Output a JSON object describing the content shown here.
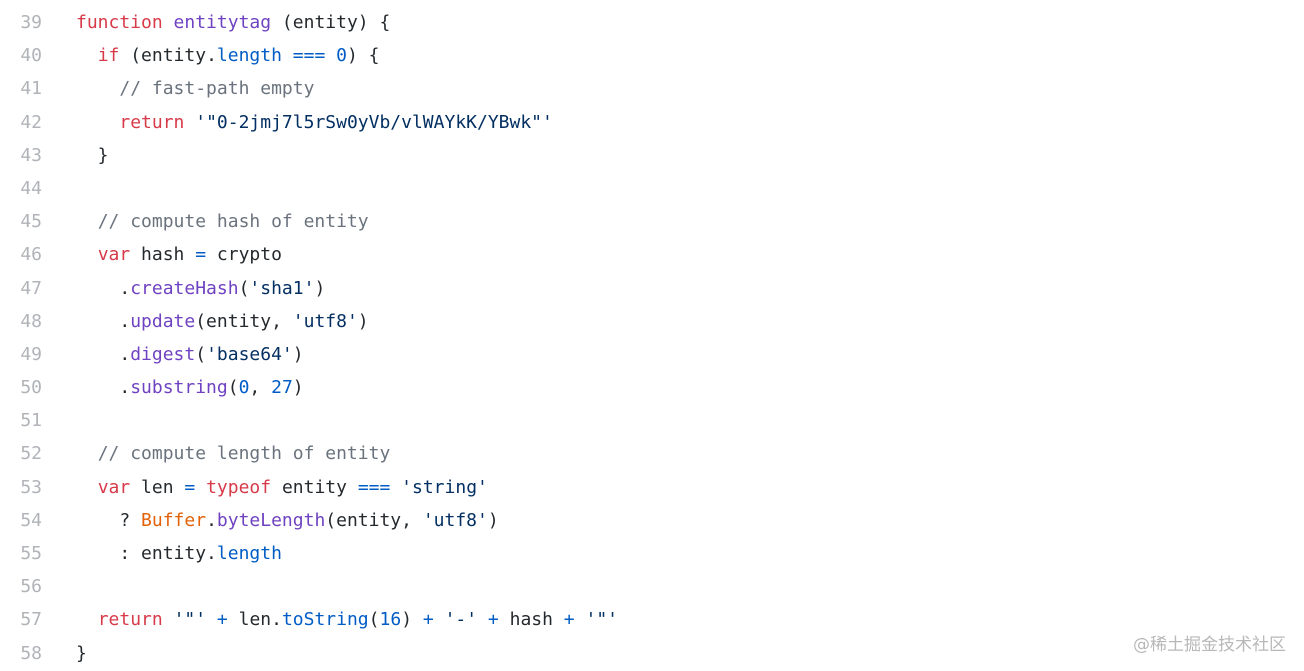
{
  "colors": {
    "keyword": "#d73a49",
    "function": "#6f42c1",
    "constant": "#005cc5",
    "string": "#032f62",
    "comment": "#6a737d",
    "builtin": "#e36209",
    "plain": "#24292e"
  },
  "lines": [
    {
      "n": "39",
      "t": [
        [
          "k",
          "function"
        ],
        [
          "p",
          " "
        ],
        [
          "f",
          "entitytag"
        ],
        [
          "p",
          " (entity) {"
        ]
      ]
    },
    {
      "n": "40",
      "t": [
        [
          "p",
          "  "
        ],
        [
          "k",
          "if"
        ],
        [
          "p",
          " (entity."
        ],
        [
          "c",
          "length"
        ],
        [
          "p",
          " "
        ],
        [
          "c",
          "==="
        ],
        [
          "p",
          " "
        ],
        [
          "c",
          "0"
        ],
        [
          "p",
          ") {"
        ]
      ]
    },
    {
      "n": "41",
      "t": [
        [
          "p",
          "    "
        ],
        [
          "m",
          "// fast-path empty"
        ]
      ]
    },
    {
      "n": "42",
      "t": [
        [
          "p",
          "    "
        ],
        [
          "k",
          "return"
        ],
        [
          "p",
          " "
        ],
        [
          "s",
          "'\"0-2jmj7l5rSw0yVb/vlWAYkK/YBwk\"'"
        ]
      ]
    },
    {
      "n": "43",
      "t": [
        [
          "p",
          "  }"
        ]
      ]
    },
    {
      "n": "44",
      "t": []
    },
    {
      "n": "45",
      "t": [
        [
          "p",
          "  "
        ],
        [
          "m",
          "// compute hash of entity"
        ]
      ]
    },
    {
      "n": "46",
      "t": [
        [
          "p",
          "  "
        ],
        [
          "k",
          "var"
        ],
        [
          "p",
          " hash "
        ],
        [
          "c",
          "="
        ],
        [
          "p",
          " crypto"
        ]
      ]
    },
    {
      "n": "47",
      "t": [
        [
          "p",
          "    ."
        ],
        [
          "f",
          "createHash"
        ],
        [
          "p",
          "("
        ],
        [
          "s",
          "'sha1'"
        ],
        [
          "p",
          ")"
        ]
      ]
    },
    {
      "n": "48",
      "t": [
        [
          "p",
          "    ."
        ],
        [
          "f",
          "update"
        ],
        [
          "p",
          "(entity, "
        ],
        [
          "s",
          "'utf8'"
        ],
        [
          "p",
          ")"
        ]
      ]
    },
    {
      "n": "49",
      "t": [
        [
          "p",
          "    ."
        ],
        [
          "f",
          "digest"
        ],
        [
          "p",
          "("
        ],
        [
          "s",
          "'base64'"
        ],
        [
          "p",
          ")"
        ]
      ]
    },
    {
      "n": "50",
      "t": [
        [
          "p",
          "    ."
        ],
        [
          "f",
          "substring"
        ],
        [
          "p",
          "("
        ],
        [
          "c",
          "0"
        ],
        [
          "p",
          ", "
        ],
        [
          "c",
          "27"
        ],
        [
          "p",
          ")"
        ]
      ]
    },
    {
      "n": "51",
      "t": []
    },
    {
      "n": "52",
      "t": [
        [
          "p",
          "  "
        ],
        [
          "m",
          "// compute length of entity"
        ]
      ]
    },
    {
      "n": "53",
      "t": [
        [
          "p",
          "  "
        ],
        [
          "k",
          "var"
        ],
        [
          "p",
          " len "
        ],
        [
          "c",
          "="
        ],
        [
          "p",
          " "
        ],
        [
          "k",
          "typeof"
        ],
        [
          "p",
          " entity "
        ],
        [
          "c",
          "==="
        ],
        [
          "p",
          " "
        ],
        [
          "s",
          "'string'"
        ]
      ]
    },
    {
      "n": "54",
      "t": [
        [
          "p",
          "    ? "
        ],
        [
          "b",
          "Buffer"
        ],
        [
          "p",
          "."
        ],
        [
          "f",
          "byteLength"
        ],
        [
          "p",
          "(entity, "
        ],
        [
          "s",
          "'utf8'"
        ],
        [
          "p",
          ")"
        ]
      ]
    },
    {
      "n": "55",
      "t": [
        [
          "p",
          "    : entity."
        ],
        [
          "c",
          "length"
        ]
      ]
    },
    {
      "n": "56",
      "t": []
    },
    {
      "n": "57",
      "t": [
        [
          "p",
          "  "
        ],
        [
          "k",
          "return"
        ],
        [
          "p",
          " "
        ],
        [
          "s",
          "'\"'"
        ],
        [
          "p",
          " "
        ],
        [
          "c",
          "+"
        ],
        [
          "p",
          " len."
        ],
        [
          "c",
          "toString"
        ],
        [
          "p",
          "("
        ],
        [
          "c",
          "16"
        ],
        [
          "p",
          ") "
        ],
        [
          "c",
          "+"
        ],
        [
          "p",
          " "
        ],
        [
          "s",
          "'-'"
        ],
        [
          "p",
          " "
        ],
        [
          "c",
          "+"
        ],
        [
          "p",
          " hash "
        ],
        [
          "c",
          "+"
        ],
        [
          "p",
          " "
        ],
        [
          "s",
          "'\"'"
        ]
      ]
    },
    {
      "n": "58",
      "t": [
        [
          "p",
          "}"
        ]
      ]
    }
  ],
  "watermark": "@稀土掘金技术社区"
}
